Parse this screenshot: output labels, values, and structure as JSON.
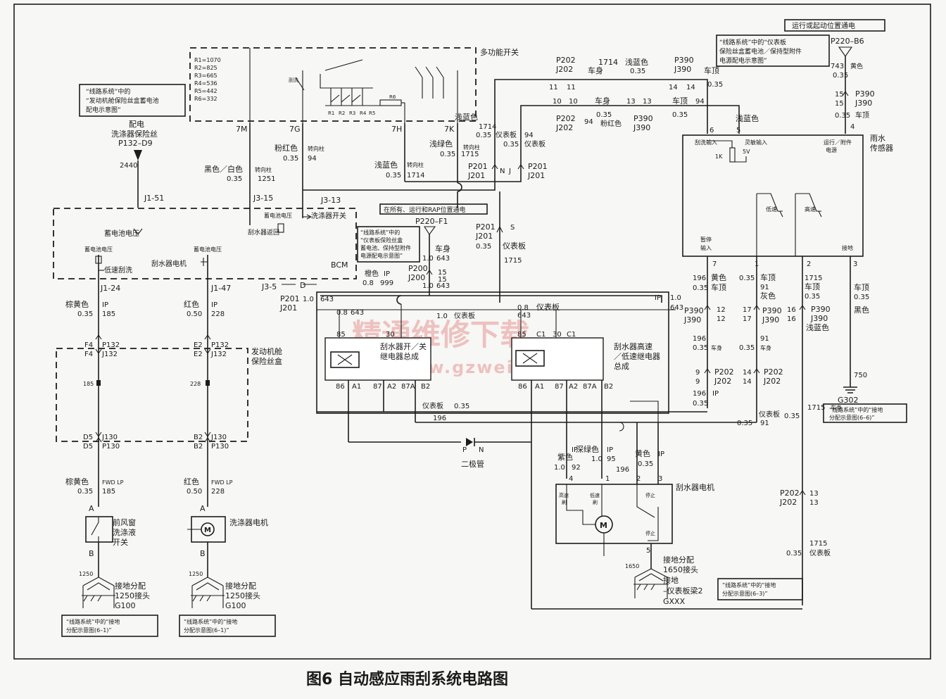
{
  "caption": "图6 自动感应雨刮系统电路图",
  "watermark": {
    "line1": "精通维修下载",
    "line2": "www.gzweix.com"
  },
  "notes": {
    "top_right_header": "运行或起动位置通电",
    "top_right_note": [
      "“线路系统”中的“仪表板",
      "保险丝盒蓄电池／保持型附件",
      "电源配电示意图”"
    ],
    "left_note": [
      "“线路系统”中的",
      "“发动机舱保险丝盒蓄电池",
      "配电示意图”"
    ],
    "mid_header": "在所有、运行和RAP位置通电",
    "mid_note": [
      "“线路系统”中的",
      "“仪表板保险丝盒",
      "蓄电池、保持型附件",
      "电源配电示意图”"
    ],
    "ground_right": [
      "“线路系统”中的“接地",
      "分配示意图(6–6)”"
    ],
    "ground_mid": [
      "“线路系统”中的“接地",
      "分配示意图(6–3)”"
    ],
    "ground_left1": [
      "“线路系统”中的“接地",
      "分配示意图(6–1)”"
    ],
    "ground_left2": [
      "“线路系统”中的“接地",
      "分配示意图(6–1)”"
    ]
  },
  "components": {
    "multifunction_switch": "多功能开关",
    "resistors": [
      "R1=1070",
      "R2=825",
      "R3=665",
      "R4=536",
      "R5=442",
      "R6=332"
    ],
    "r_labels": [
      "R1",
      "R2",
      "R3",
      "R4",
      "R5",
      "R6"
    ],
    "fuse_block_title": [
      "配电",
      "洗涤器保险丝"
    ],
    "fuse_pin": "P132–D9",
    "bcm": "BCM",
    "bcm_labels": [
      "蓄电池电压",
      "刮水器返回",
      "蓄电池电压",
      "洗涤器开关",
      "蓄电池电压",
      "低速刮洗",
      "蓄电池电压",
      "刮水器电机"
    ],
    "engine_fuse_box": [
      "发动机舱",
      "保险丝盒"
    ],
    "rain_sensor": [
      "雨水",
      "传感器"
    ],
    "rain_sensor_labels": [
      "刮洗输入",
      "灵敏输入",
      "运行／附件",
      "电源",
      "低速",
      "高速",
      "暂停",
      "输入",
      "接地"
    ],
    "relay1": [
      "刮水器开／关",
      "继电器总成"
    ],
    "relay2": [
      "刮水器高速",
      "／低速继电器",
      "总成"
    ],
    "wiper_motor": "刮水器电机",
    "motor_labels": [
      "高速",
      "刷",
      "低速",
      "刷",
      "停止",
      "停止"
    ],
    "washer_switch": [
      "前风窗",
      "洗涤液",
      "开关"
    ],
    "washer_motor": "洗涤器电机",
    "diode": "二极管",
    "ground_splice_1": [
      "接地分配",
      "1250接头",
      "G100"
    ],
    "ground_splice_2": [
      "接地分配",
      "1250接头",
      "G100"
    ],
    "ground_splice_3": [
      "接地分配",
      "1650接头",
      "接地",
      "–仪表板梁2",
      "GXXX"
    ],
    "ground_g302": "G302",
    "fivev": "5V",
    "onek": "1K"
  },
  "labels": {
    "p202_j202_a": [
      "P202",
      "J202"
    ],
    "wire_1714_top": "1714",
    "qianlan": "浅蓝色",
    "v035": "0.35",
    "p390_j390": [
      "P390",
      "J390"
    ],
    "cheding": "车顶",
    "cheshen": "车身",
    "fenhong": "粉红色",
    "yibiaoban": "仪表板",
    "p201_j201": [
      "P201",
      "J201"
    ],
    "p220_b6": "P220–B6",
    "p220_f1": "P220–F1",
    "huangse": "黄色",
    "zhuanxiangzhu": "转向柱",
    "heise_baise": "黑色／白色",
    "fenhongse": "粉红色",
    "qianlvse": "浅绿色",
    "jinghuang": "橙色",
    "zonghuang": "棕黄色",
    "hongse": "红色",
    "zise": "紫色",
    "shenlvse": "深绿色",
    "huise": "灰色",
    "heise": "黑色",
    "ip": "IP",
    "fwd_lp": "FWD LP"
  }
}
